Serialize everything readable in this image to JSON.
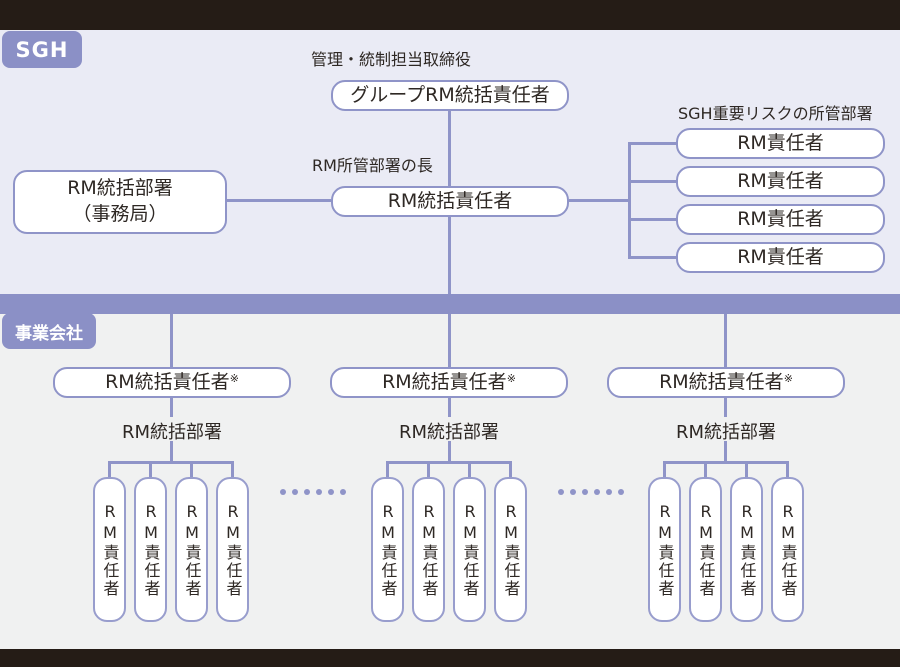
{
  "colors": {
    "accent_purple": "#8b90c6",
    "line_purple": "#8f94c8",
    "sgh_section_bg": "#eaebf5",
    "business_section_bg": "#f0f1f1",
    "frame_black": "#251c16",
    "node_bg": "#ffffff",
    "text": "#2e2824"
  },
  "icons": {
    "continuation": "ellipsis-dots"
  },
  "sgh": {
    "tab_label": "SGH",
    "director_label": "管理・統制担当取締役",
    "group_rm_manager": "グループRM統括責任者",
    "dept_head_label": "RM所管部署の長",
    "rm_supervisor": "RM統括責任者",
    "rm_office_line1": "RM統括部署",
    "rm_office_line2": "（事務局）",
    "important_risk_label": "SGH重要リスクの所管部署",
    "rm_managers": [
      "RM責任者",
      "RM責任者",
      "RM責任者",
      "RM責任者"
    ]
  },
  "business": {
    "tab_label": "事業会社",
    "groups": [
      {
        "supervisor": "RM統括責任者",
        "supervisor_note": "※",
        "dept_label": "RM統括部署",
        "managers": [
          "RM責任者",
          "RM責任者",
          "RM責任者",
          "RM責任者"
        ]
      },
      {
        "supervisor": "RM統括責任者",
        "supervisor_note": "※",
        "dept_label": "RM統括部署",
        "managers": [
          "RM責任者",
          "RM責任者",
          "RM責任者",
          "RM責任者"
        ]
      },
      {
        "supervisor": "RM統括責任者",
        "supervisor_note": "※",
        "dept_label": "RM統括部署",
        "managers": [
          "RM責任者",
          "RM責任者",
          "RM責任者",
          "RM責任者"
        ]
      }
    ]
  }
}
